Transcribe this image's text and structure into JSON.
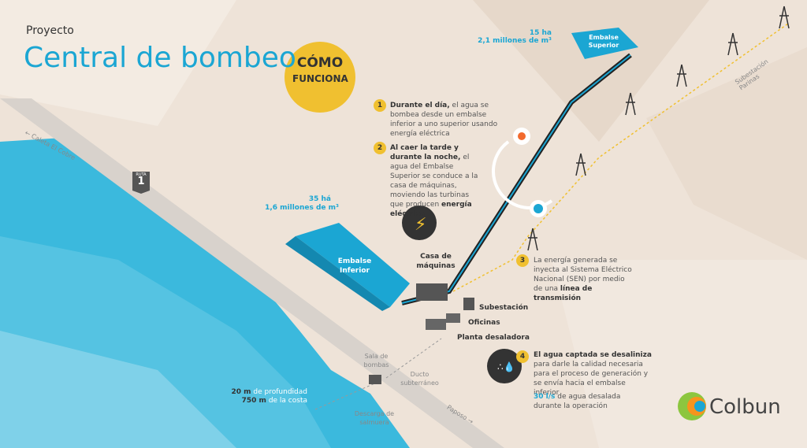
{
  "header": {
    "subtitle": "Proyecto",
    "title": "Central de bombeo"
  },
  "badge": {
    "line1": "CÓMO",
    "line2": "FUNCIONA"
  },
  "steps": [
    {
      "n": "1",
      "bold": "Durante el día,",
      "text": " el agua se bombea desde un embalse inferior a uno superior usando energía eléctrica"
    },
    {
      "n": "2",
      "bold": "Al caer la tarde y durante la noche,",
      "text": " el agua del Embalse Superior se conduce a la casa de máquinas, moviendo las turbinas que producen ",
      "bold2": "energía eléctrica"
    },
    {
      "n": "3",
      "text": "La energía generada se inyecta al Sistema Eléctrico Nacional (SEN) por medio de una ",
      "bold2": "línea de transmisión"
    },
    {
      "n": "4",
      "bold": "El agua captada se desaliniza",
      "text": " para darle la calidad necesaria para el proceso de generación y se envía hacia el embalse inferior"
    }
  ],
  "flow": {
    "value": "30 l/s",
    "text": " de agua desalada durante la operación"
  },
  "upper": {
    "area": "15 ha",
    "volume": "2,1 millones de m³",
    "name": "Embalse Superior"
  },
  "lower": {
    "area": "35 há",
    "volume": "1,6 millones de m³",
    "name": "Embalse Inferior"
  },
  "labels": {
    "casa": "Casa de máquinas",
    "subestacion": "Subestación",
    "oficinas": "Oficinas",
    "planta": "Planta desaladora",
    "sala": "Sala de bombas",
    "ducto": "Ducto subterráneo",
    "descarga": "Descarga de salmuera",
    "sub_parinas": "Subestación Parinas"
  },
  "depth": {
    "d1": "20 m",
    "d1t": " de profundidad",
    "d2": "750 m",
    "d2t": " de la costa"
  },
  "roads": {
    "caleta": "← Caleta El Cobre",
    "paposo": "Paposo →",
    "ruta": "RUTA",
    "ruta_num": "1"
  },
  "brand": {
    "name": "Colbun"
  },
  "colors": {
    "accent": "#1ba6d3",
    "yellow": "#f0c030",
    "dark": "#333333",
    "sea": "#3bb9dd"
  }
}
